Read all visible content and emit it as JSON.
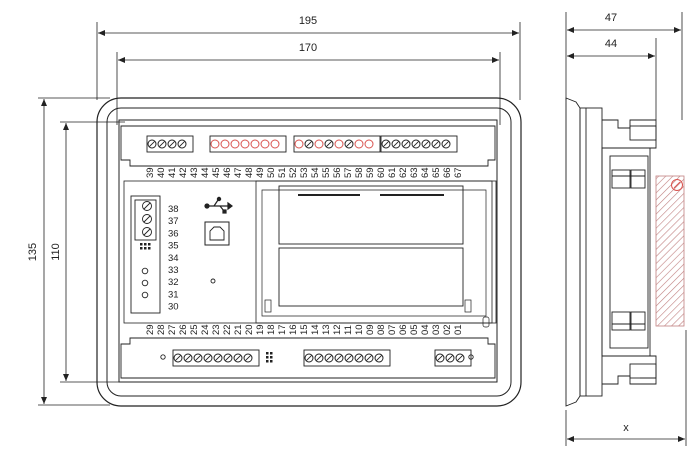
{
  "dimensions": {
    "width_outer": "195",
    "width_inner": "170",
    "height_outer": "135",
    "height_inner": "110",
    "depth_total": "47",
    "depth_body": "44",
    "depth_variable": "x"
  },
  "terminals": {
    "top": [
      "39",
      "40",
      "41",
      "42",
      "43",
      "44",
      "45",
      "46",
      "47",
      "48",
      "49",
      "50",
      "51",
      "52",
      "53",
      "54",
      "55",
      "56",
      "57",
      "58",
      "59",
      "60",
      "61",
      "62",
      "63",
      "64",
      "65",
      "66",
      "67"
    ],
    "left": [
      "38",
      "37",
      "36",
      "35",
      "34",
      "33",
      "32",
      "31",
      "30"
    ],
    "bottom": [
      "29",
      "28",
      "27",
      "26",
      "25",
      "24",
      "23",
      "22",
      "21",
      "20",
      "19",
      "18",
      "17",
      "16",
      "15",
      "14",
      "13",
      "12",
      "11",
      "10",
      "09",
      "08",
      "07",
      "06",
      "05",
      "04",
      "03",
      "02",
      "01"
    ]
  },
  "icons": {
    "usb": "usb-icon",
    "usb_port": "usb-b-port-icon",
    "warning": "warning-circle-icon"
  },
  "colors": {
    "line": "#222222",
    "highlight": "#d9534f",
    "hatch": "#c08080"
  }
}
